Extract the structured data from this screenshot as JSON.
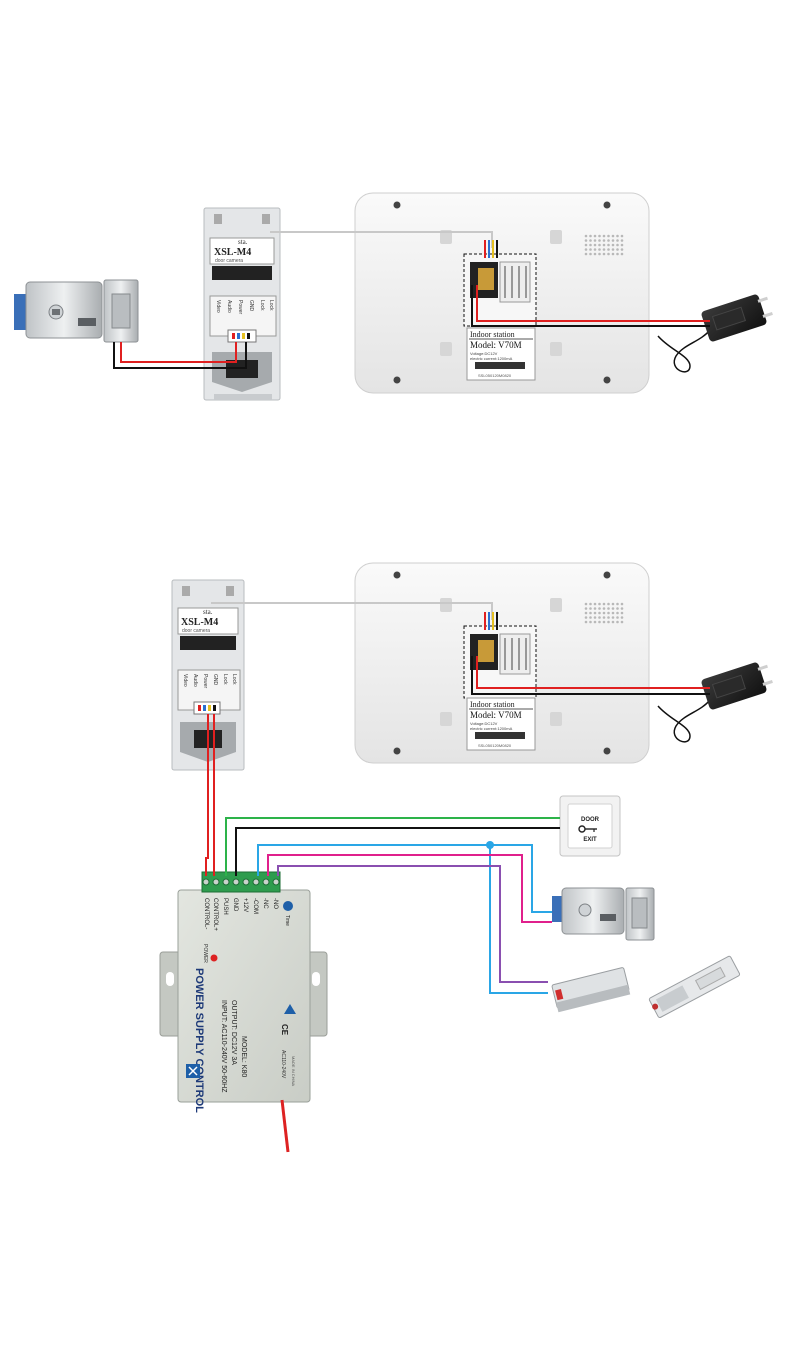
{
  "diagram_top": {
    "outdoor_unit": {
      "model": "XSL-M4",
      "tag": "sta.",
      "small_label": "door camera",
      "terminals": [
        "Video",
        "Audio",
        "Power",
        "GND",
        "Lock",
        "Lock"
      ]
    },
    "indoor_monitor": {
      "heading": "Indoor station",
      "model": "Model: V70M",
      "spec_line_1": "Voltage:DC12V",
      "spec_line_2": "electric current:1200mA",
      "serial": "SSL050120M0820"
    }
  },
  "diagram_bottom": {
    "outdoor_unit": {
      "model": "XSL-M4",
      "tag": "sta.",
      "small_label": "door camera",
      "terminals": [
        "Video",
        "Audio",
        "Power",
        "GND",
        "Lock",
        "Lock"
      ]
    },
    "indoor_monitor": {
      "heading": "Indoor station",
      "model": "Model: V70M",
      "spec_line_1": "Voltage:DC12V",
      "spec_line_2": "electric current:1200mA",
      "serial": "SSL050120M0820"
    },
    "exit_button": {
      "line1": "DOOR",
      "line2": "EXIT"
    },
    "power_supply": {
      "title": "POWER SUPPLY CONTROL",
      "power_led_label": "POWER",
      "terminals": [
        "CONTROL-",
        "CONTROL+",
        "PUSH",
        "GND",
        "+12V",
        "-COM",
        "-NC",
        "-NO"
      ],
      "time_label": "Time",
      "input": "INPUT: AC110-240V 50-60HZ",
      "output": "OUTPUT: DC12V 3A",
      "model": "MODEL: K80",
      "mains_label": "AC110-240V",
      "made_in": "MADE IN CHINA",
      "ce": "CE"
    }
  },
  "colors": {
    "wire_red": "#e02020",
    "wire_black": "#111111",
    "wire_green": "#2db34a",
    "wire_blue": "#2aa6e6",
    "wire_magenta": "#e0208c",
    "wire_purple": "#8a4fb0",
    "wire_grey": "#c8c8c8",
    "panel_grey": "#eeeeee",
    "psu_body": "#d7dbd4",
    "terminal_green": "#2e9c4e"
  }
}
